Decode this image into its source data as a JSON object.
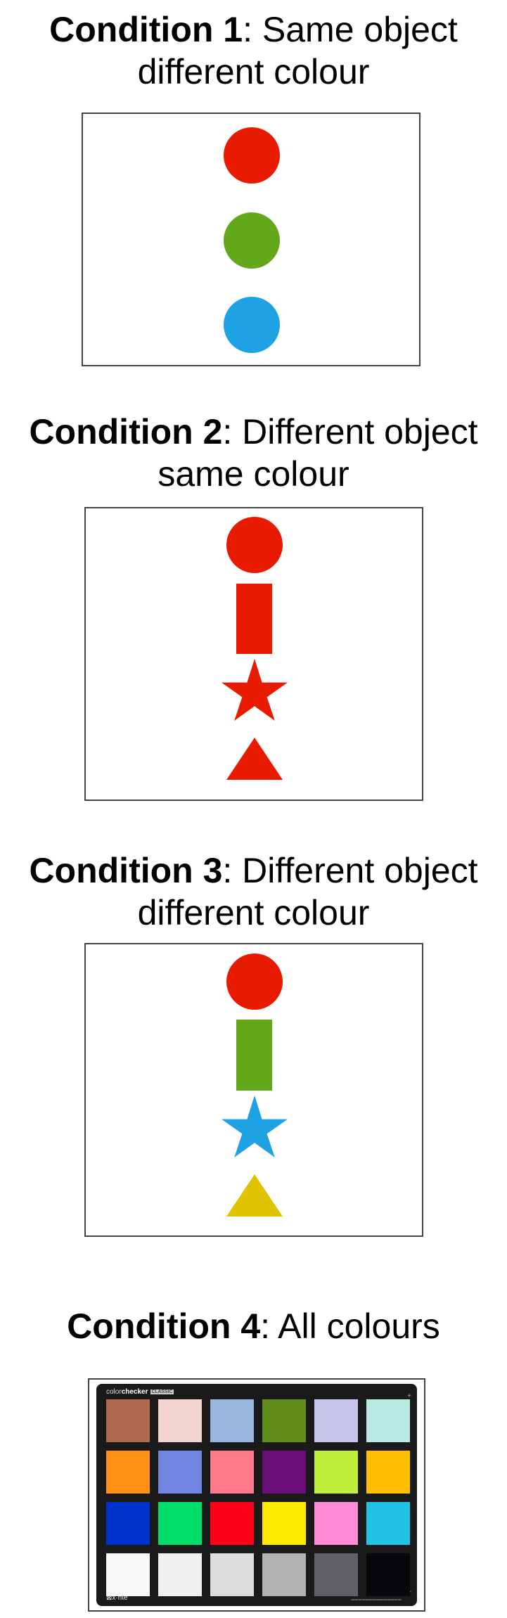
{
  "conditions": [
    {
      "bold": "Condition 1",
      "rest_line1": ": Same object",
      "line2": "different colour"
    },
    {
      "bold": "Condition 2",
      "rest_line1": ": Different object",
      "line2": "same colour"
    },
    {
      "bold": "Condition 3",
      "rest_line1": ": Different object",
      "line2": "different colour"
    },
    {
      "bold": "Condition 4",
      "rest_line1": ": All colours",
      "line2": ""
    }
  ],
  "colors": {
    "red": "#e81a00",
    "green": "#62a81a",
    "blue": "#1fa2e3",
    "yellow": "#e0c300"
  },
  "panel1": [
    "circle-red",
    "circle-green",
    "circle-blue"
  ],
  "panel2": [
    "circle-red",
    "rectangle-red",
    "star-red",
    "triangle-red"
  ],
  "panel3": [
    "circle-red",
    "rectangle-green",
    "star-blue",
    "triangle-yellow"
  ],
  "checker": {
    "brand_prefix": "color",
    "brand_bold": "checker",
    "classic_tag": "CLASSIC",
    "maker": "⊠x·rite",
    "swatches": [
      [
        "#b06a4f",
        "#f3d3cd",
        "#97b5dd",
        "#5f8c1b",
        "#c7c5ea",
        "#b7ebe2"
      ],
      [
        "#ff9214",
        "#7086e0",
        "#ff7b8c",
        "#6a0f79",
        "#c0f03c",
        "#ffbe00"
      ],
      [
        "#0033cc",
        "#00de6a",
        "#ff001c",
        "#ffeb00",
        "#ff8bd6",
        "#22c2e4"
      ],
      [
        "#f8f8f8",
        "#f0f0f0",
        "#dcdcdc",
        "#b3b0b0",
        "#626066",
        "#08080c"
      ]
    ]
  }
}
